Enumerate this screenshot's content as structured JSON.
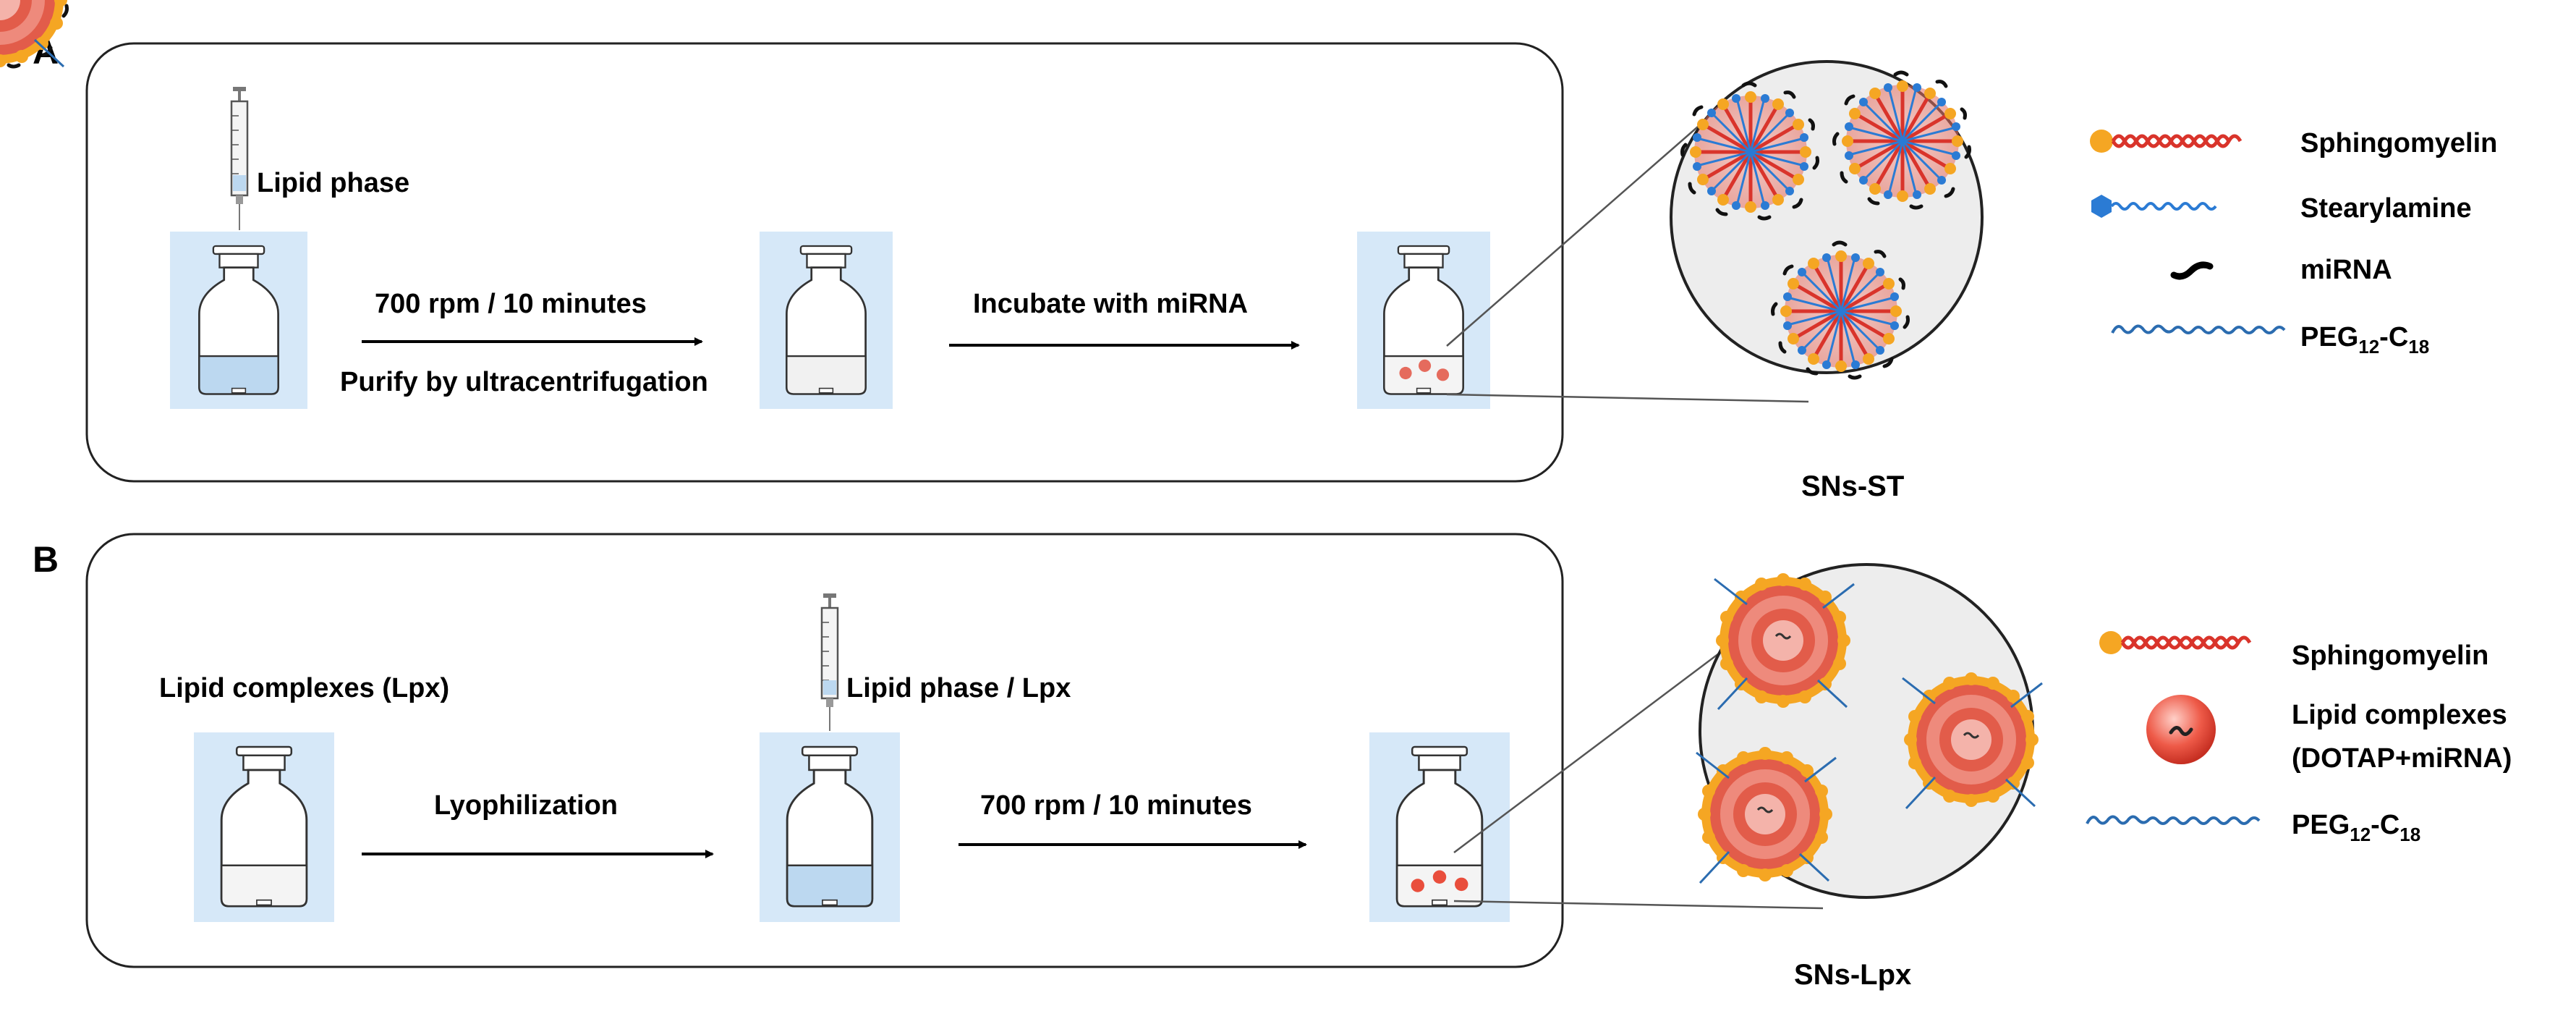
{
  "panel_a": {
    "letter": "A",
    "syringe_label": "Lipid phase",
    "step1_top": "700 rpm / 10 minutes",
    "step1_bottom": "Purify by ultracentrifugation",
    "step2": "Incubate with miRNA",
    "caption": "SNs-ST",
    "legend": [
      {
        "icon": "sphingomyelin-icon",
        "label": "Sphingomyelin"
      },
      {
        "icon": "stearylamine-icon",
        "label": "Stearylamine"
      },
      {
        "icon": "mirna-icon",
        "label": "miRNA"
      },
      {
        "icon": "peg-icon",
        "label": "PEG",
        "sub1": "12",
        "mid": "-C",
        "sub2": "18"
      }
    ]
  },
  "panel_b": {
    "letter": "B",
    "left_label": "Lipid complexes (Lpx)",
    "syringe_label": "Lipid phase / Lpx",
    "step1": "Lyophilization",
    "step2": "700 rpm / 10 minutes",
    "caption": "SNs-Lpx",
    "legend": [
      {
        "icon": "sphingomyelin-icon",
        "label": "Sphingomyelin"
      },
      {
        "icon": "lipid-complex-icon",
        "label": "Lipid complexes",
        "label2": "(DOTAP+miRNA)"
      },
      {
        "icon": "peg-icon",
        "label": "PEG",
        "sub1": "12",
        "mid": "-C",
        "sub2": "18"
      }
    ]
  },
  "colors": {
    "vial_bg": "#d6e8f8",
    "liquid_blue": "#bcd8f0",
    "liquid_white": "#f2f2f2",
    "sphingomyelin": "#d9342b",
    "head_orange": "#f5a623",
    "stearylamine": "#2b7bd4",
    "peg": "#2b6cb0",
    "mirna": "#000000",
    "complex": "#e94e3c",
    "magnifier_bg": "#ededed"
  }
}
